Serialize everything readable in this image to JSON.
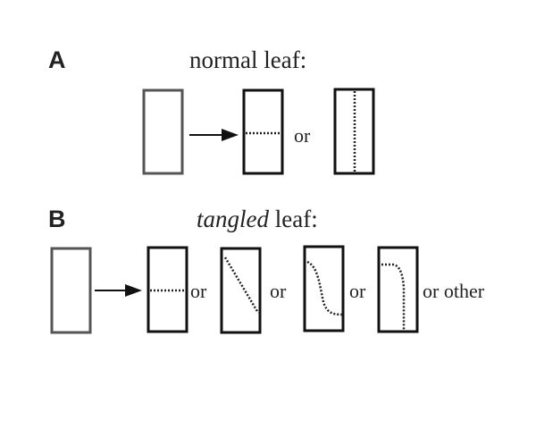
{
  "panel_a": {
    "letter": "A",
    "title": "normal leaf:",
    "connectors": [
      "or"
    ]
  },
  "panel_b": {
    "letter": "B",
    "title_italic": "tangled",
    "title_rest": " leaf:",
    "connectors": [
      "or",
      "or",
      "or",
      "or other"
    ]
  },
  "colors": {
    "line": "#111111",
    "outline_plain": "#555555",
    "background": "#ffffff"
  }
}
